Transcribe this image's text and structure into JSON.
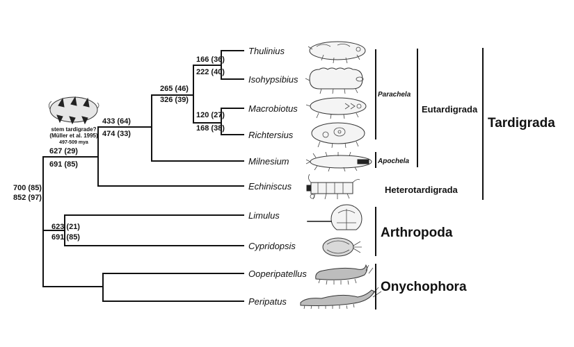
{
  "nodes": {
    "root": {
      "top": "700 (85)",
      "bottom": "852 (97)"
    },
    "tardigrada": {
      "top": "627 (29)",
      "bottom": "691 (85)"
    },
    "eutardigrada": {
      "top": "433 (64)",
      "bottom": "474 (33)"
    },
    "parachela": {
      "top": "265 (46)",
      "bottom": "326 (39)"
    },
    "thul_iso": {
      "top": "166 (36)",
      "bottom": "222 (40)"
    },
    "macro_rich": {
      "top": "120 (27)",
      "bottom": "168 (38)"
    },
    "arthropoda": {
      "top": "623 (21)",
      "bottom": "691 (85)"
    }
  },
  "taxa": [
    "Thulinius",
    "Isohypsibius",
    "Macrobiotus",
    "Richtersius",
    "Milnesium",
    "Echiniscus",
    "Limulus",
    "Cypridopsis",
    "Ooperipatellus",
    "Peripatus"
  ],
  "groups": {
    "parachela": "Parachela",
    "apochela": "Apochela",
    "eutardigrada": "Eutardigrada",
    "heterotardigrada": "Heterotardigrada",
    "tardigrada": "Tardigrada",
    "arthropoda": "Arthropoda",
    "onychophora": "Onychophora"
  },
  "stem": {
    "line1": "stem tardigrade?",
    "line2": "(Müller et al. 1995)",
    "line3": "497-509 mya"
  },
  "icons": [
    "thulinius-drawing-icon",
    "isohypsibius-drawing-icon",
    "macrobiotus-drawing-icon",
    "richtersius-drawing-icon",
    "milnesium-drawing-icon",
    "echiniscus-drawing-icon",
    "limulus-drawing-icon",
    "cypridopsis-drawing-icon",
    "ooperipatellus-drawing-icon",
    "peripatus-drawing-icon",
    "stem-tardigrade-drawing-icon"
  ]
}
